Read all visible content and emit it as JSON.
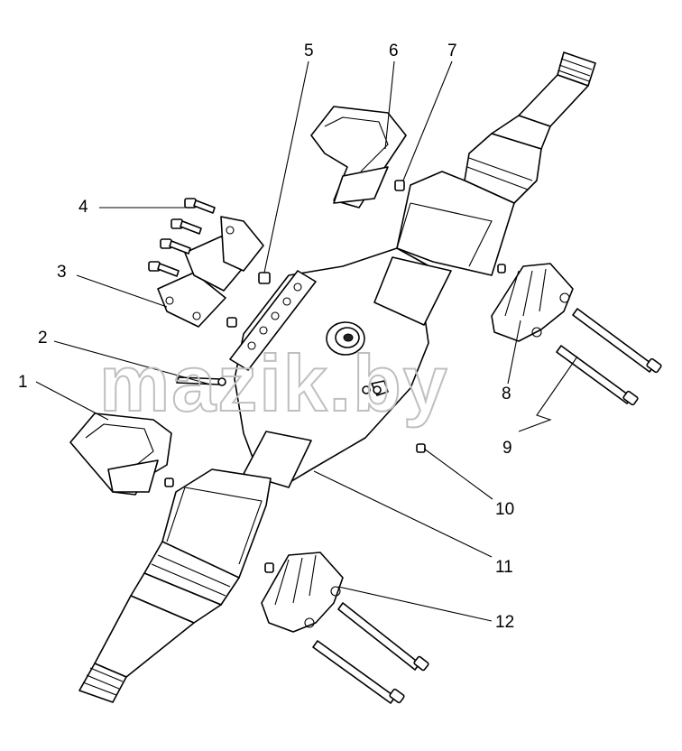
{
  "watermark": {
    "text": "mazik.by",
    "color": "#bfbfbf"
  },
  "callouts": [
    "1",
    "2",
    "3",
    "4",
    "5",
    "6",
    "7",
    "8",
    "9",
    "10",
    "11",
    "12"
  ]
}
